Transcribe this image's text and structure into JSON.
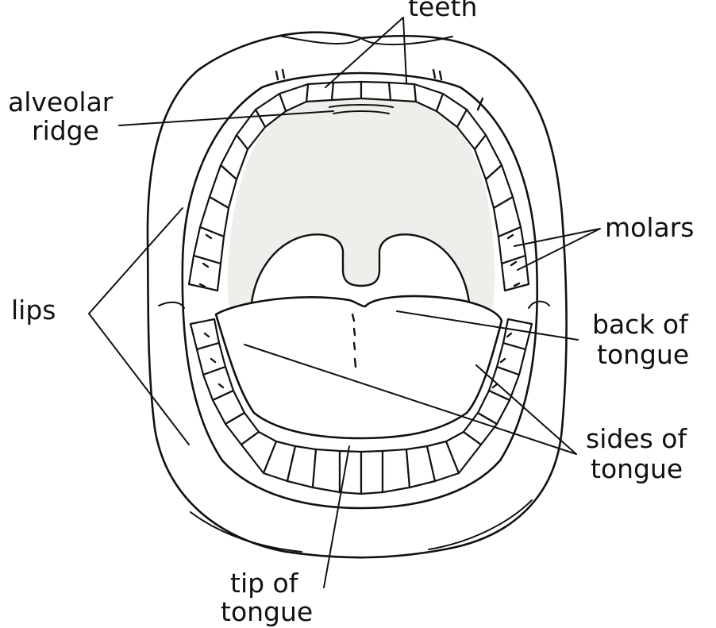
{
  "labels": {
    "teeth": "teeth",
    "alveolar_ridge_line1": "alveolar",
    "alveolar_ridge_line2": "ridge",
    "molars": "molars",
    "lips": "lips",
    "back_of_tongue_line1": "back of",
    "back_of_tongue_line2": "tongue",
    "sides_of_tongue_line1": "sides of",
    "sides_of_tongue_line2": "tongue",
    "tip_of_tongue_line1": "tip of",
    "tip_of_tongue_line2": "tongue"
  },
  "colors": {
    "line": "#111111",
    "palate_fill": "#f0eeea",
    "background": "#ffffff"
  }
}
